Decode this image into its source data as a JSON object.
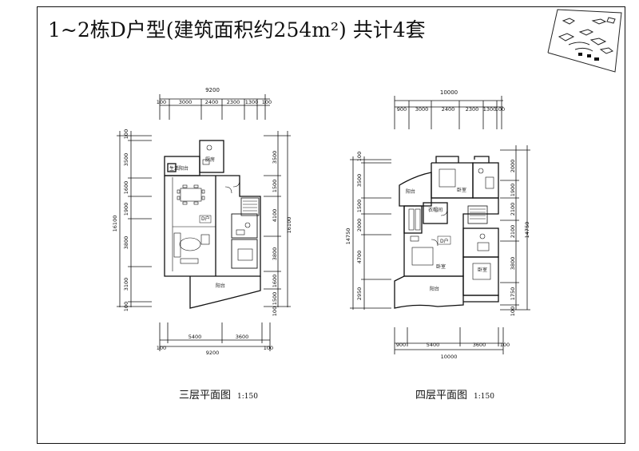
{
  "title": "1~2栋D户型(建筑面积约254m²) 共计4套",
  "plan3": {
    "caption": "三层平面图",
    "scale": "1:150",
    "top_total": "9200",
    "top_dims": [
      "100",
      "3000",
      "2400",
      "2300",
      "1300",
      "100"
    ],
    "bottom_total": "9200",
    "bottom_dims": [
      "100",
      "5400",
      "3600",
      "100"
    ],
    "left_total": "16100",
    "left_dims": [
      "100",
      "3500",
      "1600",
      "1900",
      "3800",
      "3100",
      "100"
    ],
    "right_total": "16100",
    "right_dims": [
      "3500",
      "1500",
      "4100",
      "3800",
      "1600",
      "1500",
      "100"
    ],
    "rooms": [
      "生活阳台",
      "厨房",
      "阳台",
      "D户"
    ]
  },
  "plan4": {
    "caption": "四层平面图",
    "scale": "1:150",
    "top_total": "10000",
    "top_dims": [
      "900",
      "3000",
      "2400",
      "2300",
      "1300",
      "100"
    ],
    "bottom_total": "10000",
    "bottom_dims": [
      "900",
      "5400",
      "3600",
      "100"
    ],
    "left_total": "14750",
    "left_dims": [
      "100",
      "3500",
      "1500",
      "2000",
      "4700",
      "2950"
    ],
    "right_total": "14750",
    "right_dims": [
      "2000",
      "1900",
      "2100",
      "2100",
      "3800",
      "1750",
      "100"
    ],
    "rooms": [
      "阳台",
      "卧室",
      "衣帽间",
      "卧室",
      "D户",
      "卧室",
      "阳台"
    ]
  }
}
